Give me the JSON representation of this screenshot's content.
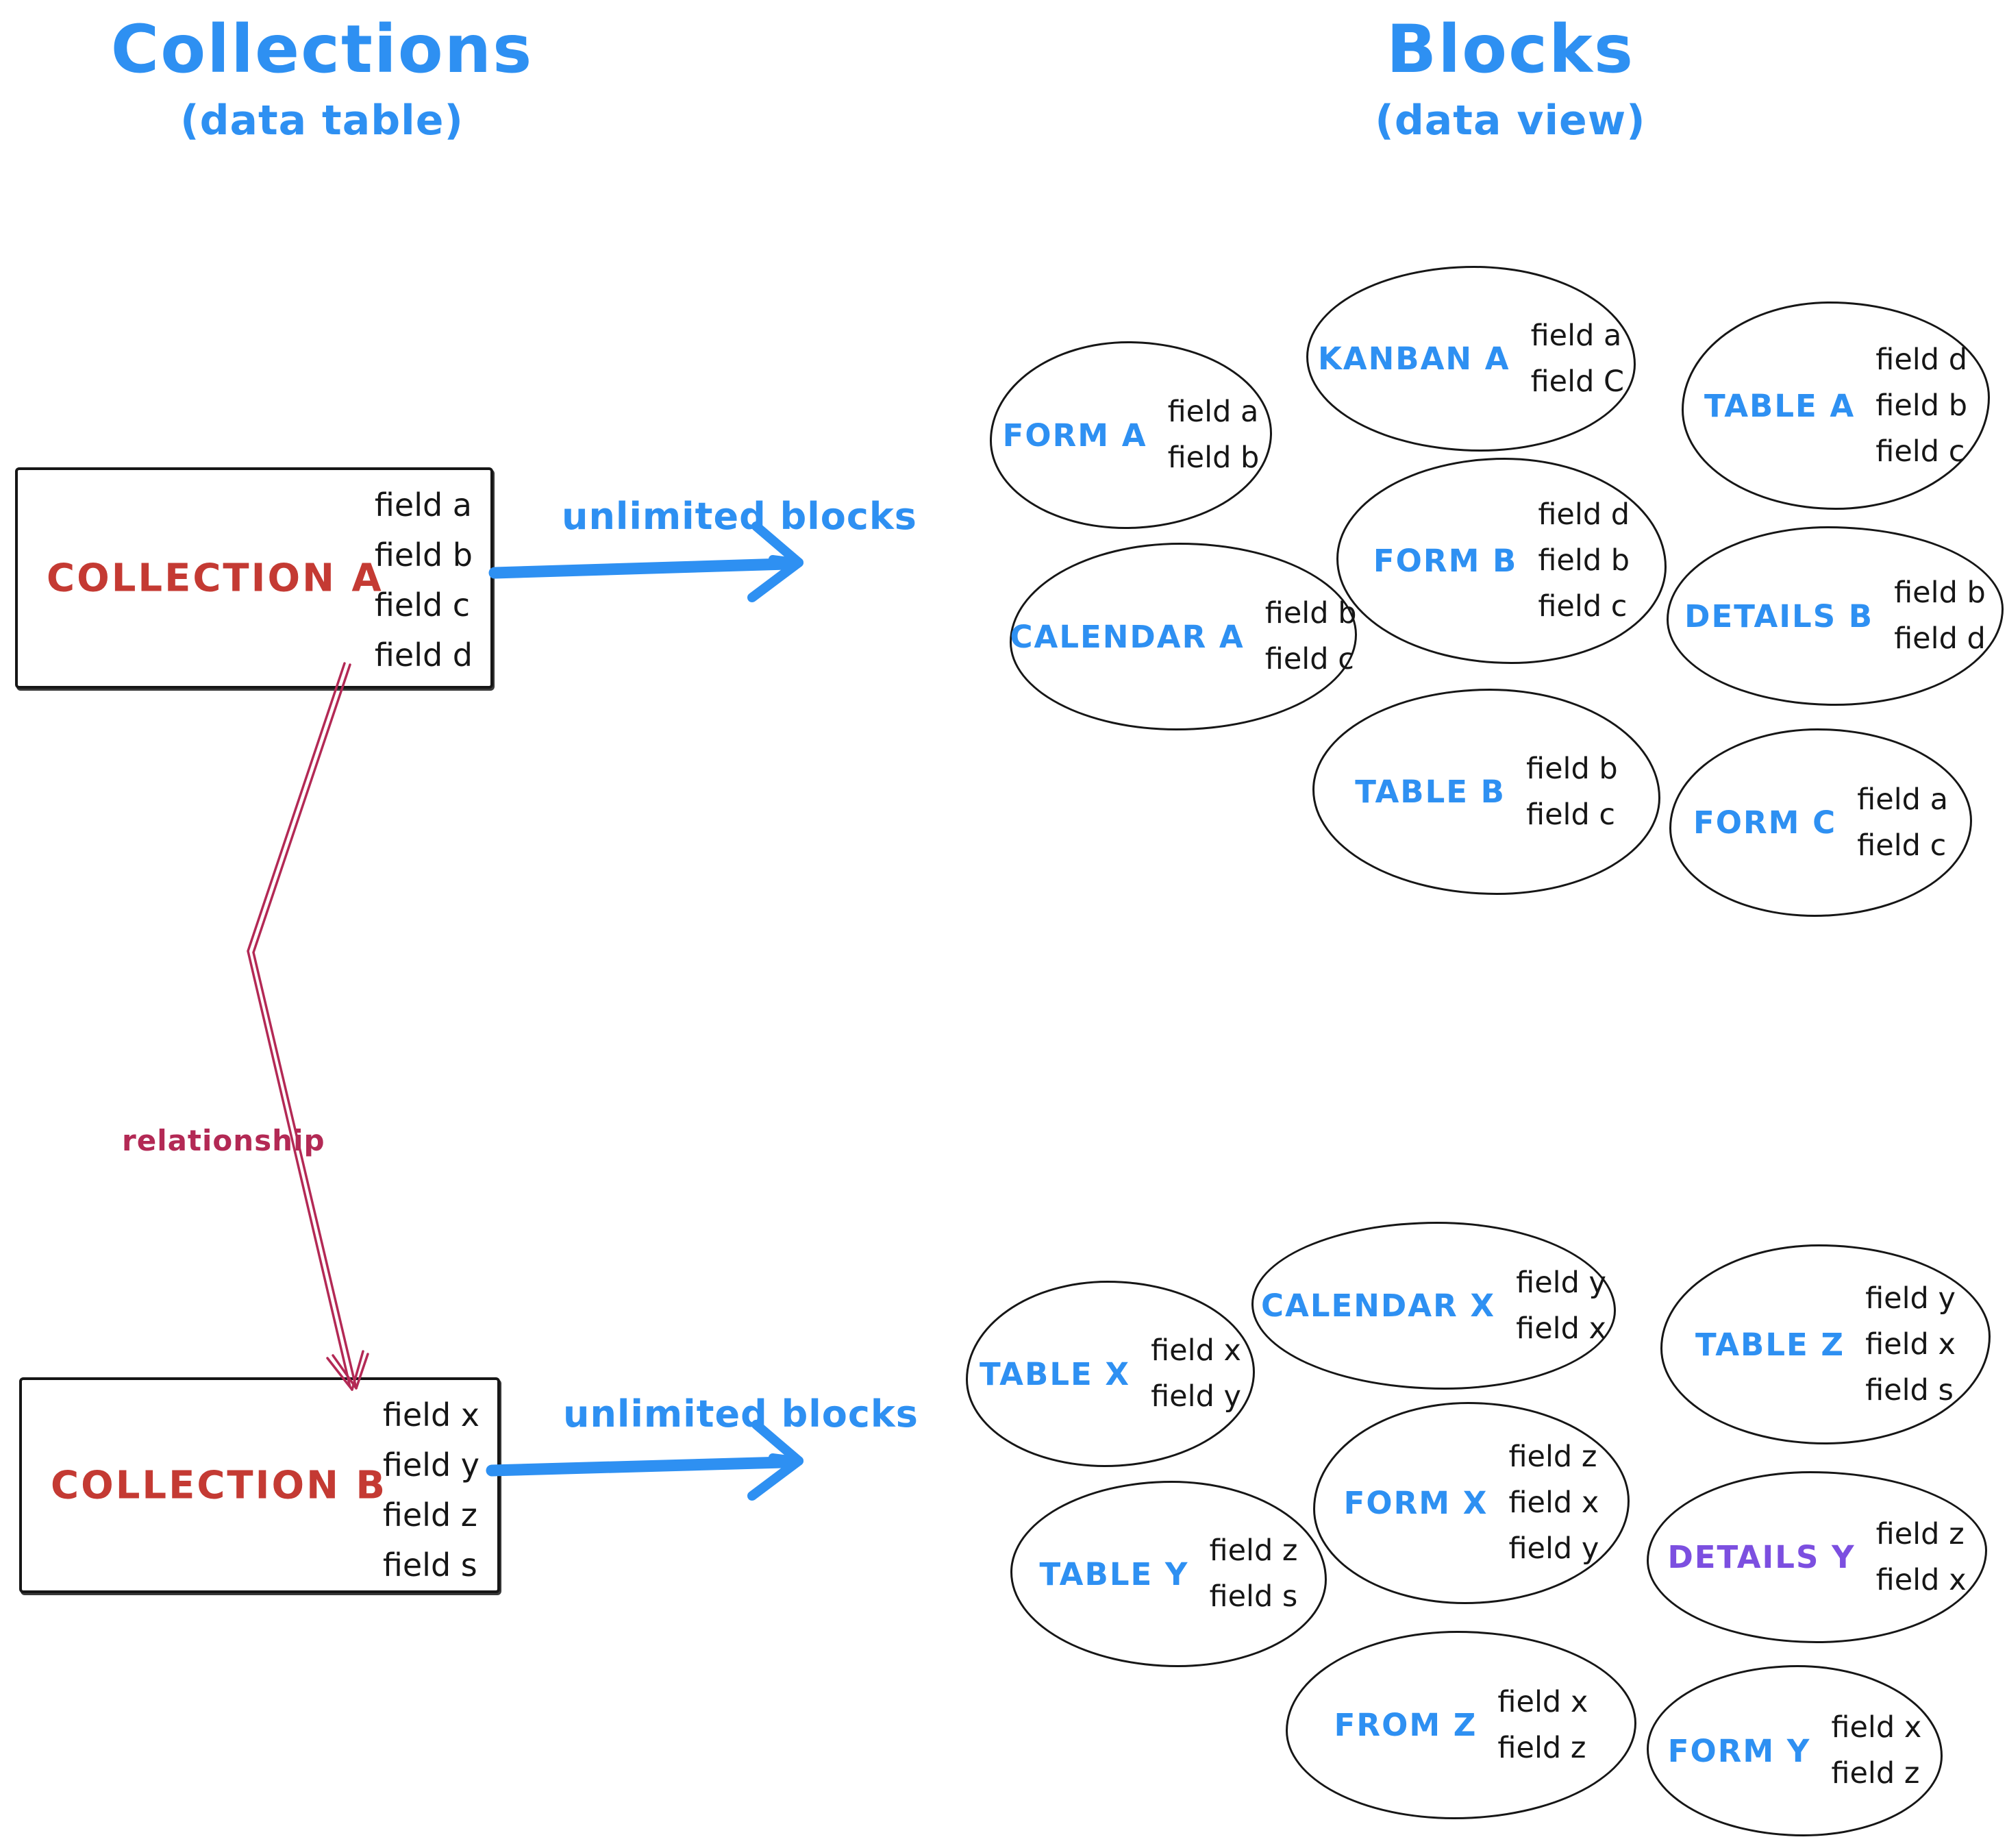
{
  "colors": {
    "blue": "#2e90f2",
    "red": "#c43a33",
    "crimson": "#b32955",
    "purple": "#7c4fe0",
    "ink": "#161616"
  },
  "headers": {
    "collections": {
      "title": "Collections",
      "subtitle": "(data table)"
    },
    "blocks": {
      "title": "Blocks",
      "subtitle": "(data view)"
    }
  },
  "collections": [
    {
      "name": "COLLECTION A",
      "fields": [
        "field a",
        "field b",
        "field c",
        "field d"
      ]
    },
    {
      "name": "COLLECTION B",
      "fields": [
        "field x",
        "field y",
        "field z",
        "field s"
      ]
    }
  ],
  "arrows": {
    "a_label": "unlimited blocks",
    "b_label": "unlimited blocks",
    "relationship_label": "relationship"
  },
  "blocks_a": [
    {
      "name": "FORM A",
      "fields": [
        "field a",
        "field b"
      ],
      "accent": "blue"
    },
    {
      "name": "KANBAN A",
      "fields": [
        "field a",
        "field C"
      ],
      "accent": "blue"
    },
    {
      "name": "TABLE A",
      "fields": [
        "field d",
        "field b",
        "field c"
      ],
      "accent": "blue"
    },
    {
      "name": "FORM B",
      "fields": [
        "field d",
        "field b",
        "field c"
      ],
      "accent": "blue"
    },
    {
      "name": "CALENDAR A",
      "fields": [
        "field b",
        "field c"
      ],
      "accent": "blue"
    },
    {
      "name": "DETAILS B",
      "fields": [
        "field b",
        "field d"
      ],
      "accent": "blue"
    },
    {
      "name": "TABLE B",
      "fields": [
        "field b",
        "field c"
      ],
      "accent": "blue"
    },
    {
      "name": "FORM C",
      "fields": [
        "field a",
        "field c"
      ],
      "accent": "blue"
    }
  ],
  "blocks_b": [
    {
      "name": "TABLE X",
      "fields": [
        "field x",
        "field y"
      ],
      "accent": "blue"
    },
    {
      "name": "CALENDAR X",
      "fields": [
        "field y",
        "field x"
      ],
      "accent": "blue"
    },
    {
      "name": "TABLE Z",
      "fields": [
        "field y",
        "field x",
        "field s"
      ],
      "accent": "blue"
    },
    {
      "name": "FORM X",
      "fields": [
        "field z",
        "field x",
        "field y"
      ],
      "accent": "blue"
    },
    {
      "name": "TABLE Y",
      "fields": [
        "field z",
        "field s"
      ],
      "accent": "blue"
    },
    {
      "name": "DETAILS Y",
      "fields": [
        "field z",
        "field x"
      ],
      "accent": "purple"
    },
    {
      "name": "FROM Z",
      "fields": [
        "field x",
        "field z"
      ],
      "accent": "blue"
    },
    {
      "name": "FORM Y",
      "fields": [
        "field x",
        "field z"
      ],
      "accent": "blue"
    }
  ]
}
